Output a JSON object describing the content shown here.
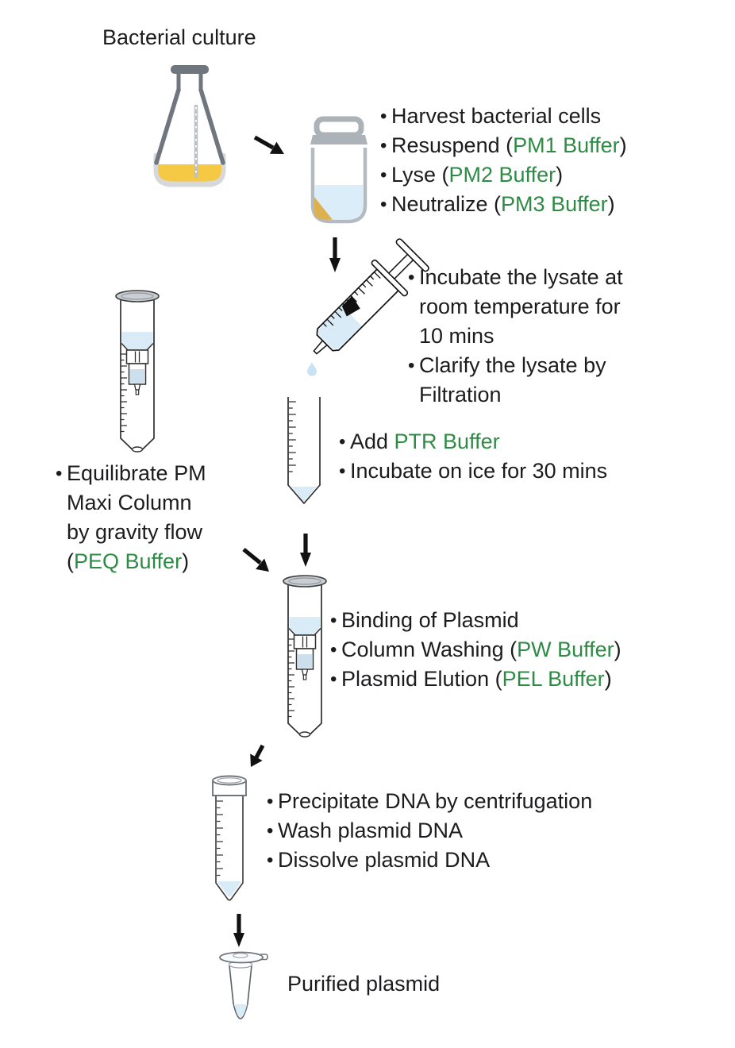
{
  "bullet": "•",
  "title": "Bacterial culture",
  "colors": {
    "accent_green": "#2e8b45",
    "liquid_blue": "#d9ebf7",
    "column_liquid_blue": "#cbdfec",
    "culture_yellow": "#f6c945",
    "pellet_yellow": "#dfb14e",
    "vessel_gray": "#6f767d",
    "arrow_black": "#111111"
  },
  "stages": {
    "lysis": {
      "items": [
        {
          "pre": "Harvest bacterial cells"
        },
        {
          "pre": "Resuspend (",
          "buffer": "PM1 Buffer",
          "post": ")"
        },
        {
          "pre": "Lyse (",
          "buffer": "PM2 Buffer",
          "post": ")"
        },
        {
          "pre": "Neutralize (",
          "buffer": "PM3 Buffer",
          "post": ")"
        }
      ]
    },
    "clarify": {
      "item1_lines": [
        "Incubate the lysate at",
        "room temperature for",
        "10 mins"
      ],
      "item2_lines": [
        "Clarify the lysate by",
        "Filtration"
      ]
    },
    "equilibrate": {
      "lines": [
        "Equilibrate PM",
        "Maxi Column",
        "by gravity flow"
      ],
      "last_line": {
        "pre": "(",
        "buffer": "PEQ Buffer",
        "post": ")"
      }
    },
    "precipitation_prep": {
      "items": [
        {
          "pre": "Add ",
          "buffer": "PTR Buffer"
        },
        {
          "pre": "Incubate on ice for 30 mins"
        }
      ]
    },
    "column_purification": {
      "items": [
        {
          "pre": "Binding of Plasmid"
        },
        {
          "pre": "Column Washing (",
          "buffer": "PW Buffer",
          "post": ")"
        },
        {
          "pre": "Plasmid Elution (",
          "buffer": "PEL Buffer",
          "post": ")"
        }
      ]
    },
    "dna_recovery": {
      "items": [
        {
          "pre": "Precipitate DNA by centrifugation"
        },
        {
          "pre": "Wash plasmid DNA"
        },
        {
          "pre": "Dissolve plasmid DNA"
        }
      ]
    },
    "final_label": "Purified plasmid"
  }
}
